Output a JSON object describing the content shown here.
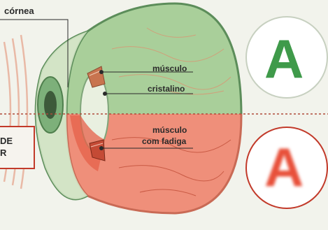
{
  "labels": {
    "cornea": "córnea",
    "muscle": "músculo",
    "lens": "cristalino",
    "fatigued_muscle_line1": "músculo",
    "fatigued_muscle_line2": "com fadiga"
  },
  "letters": {
    "sharp": "A",
    "blurred": "A"
  },
  "side_box": {
    "line1": "DE",
    "line2": "R"
  },
  "colors": {
    "healthy": "#3f9a4a",
    "fatigued": "#e8503a",
    "eye_outline": "#5c8d5a",
    "divider": "#b04a3a"
  }
}
